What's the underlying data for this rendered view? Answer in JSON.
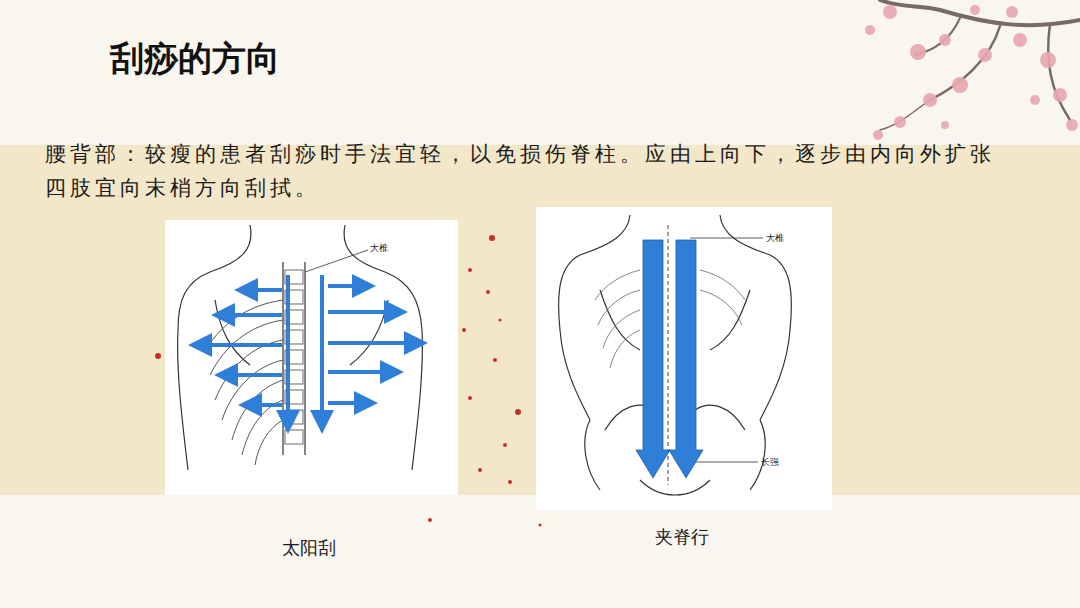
{
  "diagram": {
    "title": "刮痧的方向",
    "labels": [
      "腰背部：较瘦的患者刮痧时手法宜轻，以免损伤脊柱。应由上向下，逐步由内向外扩张",
      "四肢宜向末梢方向刮拭。",
      "大椎",
      "大椎",
      "长强",
      "太阳刮",
      "夹脊行"
    ]
  }
}
